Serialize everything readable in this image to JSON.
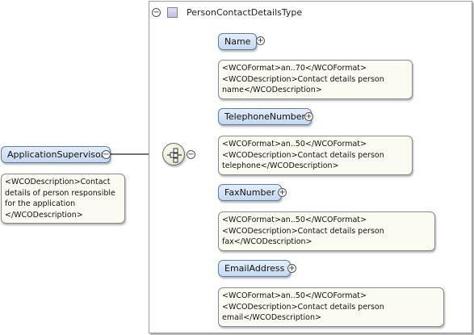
{
  "root": {
    "name": "ApplicationSupervisor",
    "annotation": [
      "<WCODescription>Contact",
      "details of person responsible",
      "for the application",
      "</WCODescription>"
    ]
  },
  "type": {
    "name": "PersonContactDetailsType"
  },
  "elements": [
    {
      "name": "Name",
      "annotation": [
        "<WCOFormat>an..70</WCOFormat>",
        "<WCODescription>Contact details person",
        "name</WCODescription>"
      ]
    },
    {
      "name": "TelephoneNumber",
      "annotation": [
        "<WCOFormat>an..50</WCOFormat>",
        "<WCODescription>Contact details person",
        "telephone</WCODescription>"
      ]
    },
    {
      "name": "FaxNumber",
      "annotation": [
        "<WCOFormat>an..50</WCOFormat>",
        "<WCODescription>Contact details person",
        "fax</WCODescription>"
      ]
    },
    {
      "name": "EmailAddress",
      "annotation": [
        "<WCOFormat>an..50</WCOFormat>",
        "<WCODescription>Contact details person",
        "email</WCODescription>"
      ]
    }
  ],
  "icons": {
    "collapse": "minus-circle-icon",
    "expand": "plus-circle-icon",
    "complex_type": "complex-type-icon",
    "sequence": "sequence-compositor-icon"
  }
}
